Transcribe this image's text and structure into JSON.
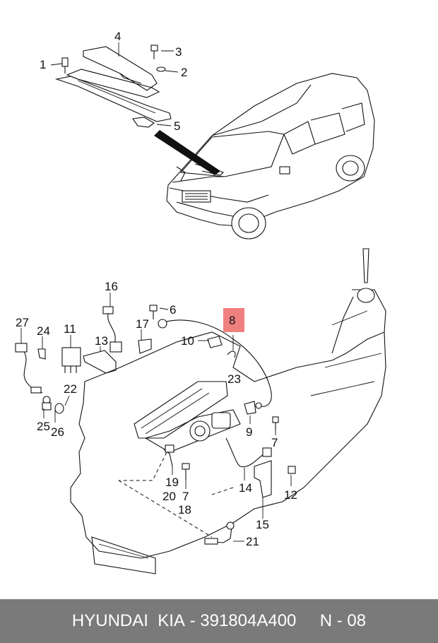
{
  "colors": {
    "footer_bg": "#7a7a7a",
    "highlight": "#f08080",
    "line": "#111111"
  },
  "callouts": {
    "c1": "1",
    "c2": "2",
    "c3": "3",
    "c4": "4",
    "c5": "5",
    "c6": "6",
    "c7a": "7",
    "c7b": "7",
    "c8": "8",
    "c9": "9",
    "c10": "10",
    "c11": "11",
    "c12": "12",
    "c13": "13",
    "c14": "14",
    "c15": "15",
    "c16": "16",
    "c17": "17",
    "c18": "18",
    "c19": "19",
    "c20": "20",
    "c21": "21",
    "c22": "22",
    "c23": "23",
    "c24": "24",
    "c25": "25",
    "c26": "26",
    "c27": "27"
  },
  "footer": {
    "brand": "HYUNDAI",
    "sep1": "  ",
    "brand2": "KIA",
    "sep2": " - ",
    "part_number": "391804A400",
    "sep3": "     ",
    "page": "N - 08"
  }
}
